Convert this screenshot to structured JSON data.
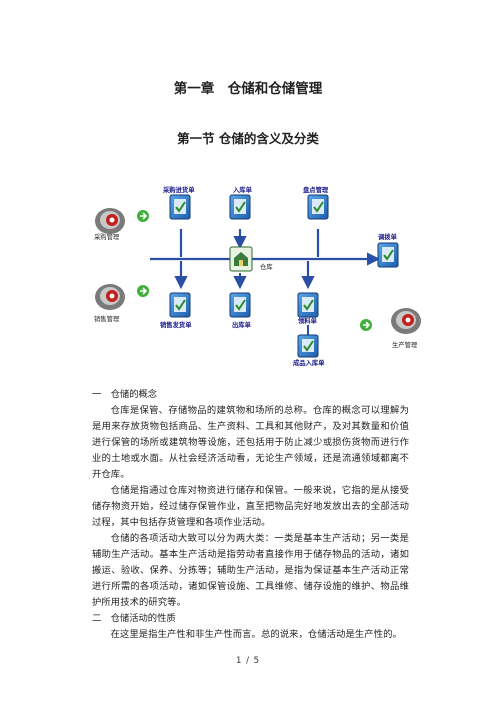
{
  "chapter_title": "第一章　仓储和仓储管理",
  "section_title": "第一节  仓储的含义及分类",
  "diagram": {
    "nodes": {
      "purchase_mgmt": "采购管理",
      "sales_mgmt": "销售管理",
      "production_mgmt": "生产管理",
      "purchase_order": "采购进货单",
      "inbound_order": "入库单",
      "stocktake_mgmt": "盘点管理",
      "transfer_order": "调拨单",
      "warehouse": "仓库",
      "sales_delivery": "销售发货单",
      "outbound_order": "出库单",
      "material_requisition": "领料单",
      "finished_inbound": "成品入库单"
    }
  },
  "sections": [
    {
      "heading": "一　仓储的概念",
      "paragraphs": [
        "仓库是保管、存储物品的建筑物和场所的总称。仓库的概念可以理解为是用来存放货物包括商品、生产资料、工具和其他财产，及对其数量和价值进行保管的场所或建筑物等设施，还包括用于防止减少或损伤货物而进行作业的土地或水面。从社会经济活动看，无论生产领域，还是流通领域都离不开仓库。",
        "仓储是指通过仓库对物资进行储存和保管。一般来说，它指的是从接受储存物资开始，经过储存保管作业，直至把物品完好地发放出去的全部活动过程，其中包括存货管理和各项作业活动。",
        "仓储的各项活动大致可以分为两大类：一类是基本生产活动；另一类是辅助生产活动。基本生产活动是指劳动者直接作用于储存物品的活动，诸如搬运、验收、保养、分拣等；辅助生产活动，是指为保证基本生产活动正常进行所需的各项活动，诸如保管设施、工具维修、储存设施的维护、物品维护所用技术的研究等。"
      ]
    },
    {
      "heading": "二　仓储活动的性质",
      "paragraphs": [
        "在这里是指生产性和非生产性而言。总的说来，仓储活动是生产性的。"
      ]
    }
  ],
  "footer": "1 / 5",
  "colors": {
    "arrow_blue": "#2b4fa6",
    "green_arrow": "#3fae3a",
    "label_blue": "#1a1a8c"
  }
}
